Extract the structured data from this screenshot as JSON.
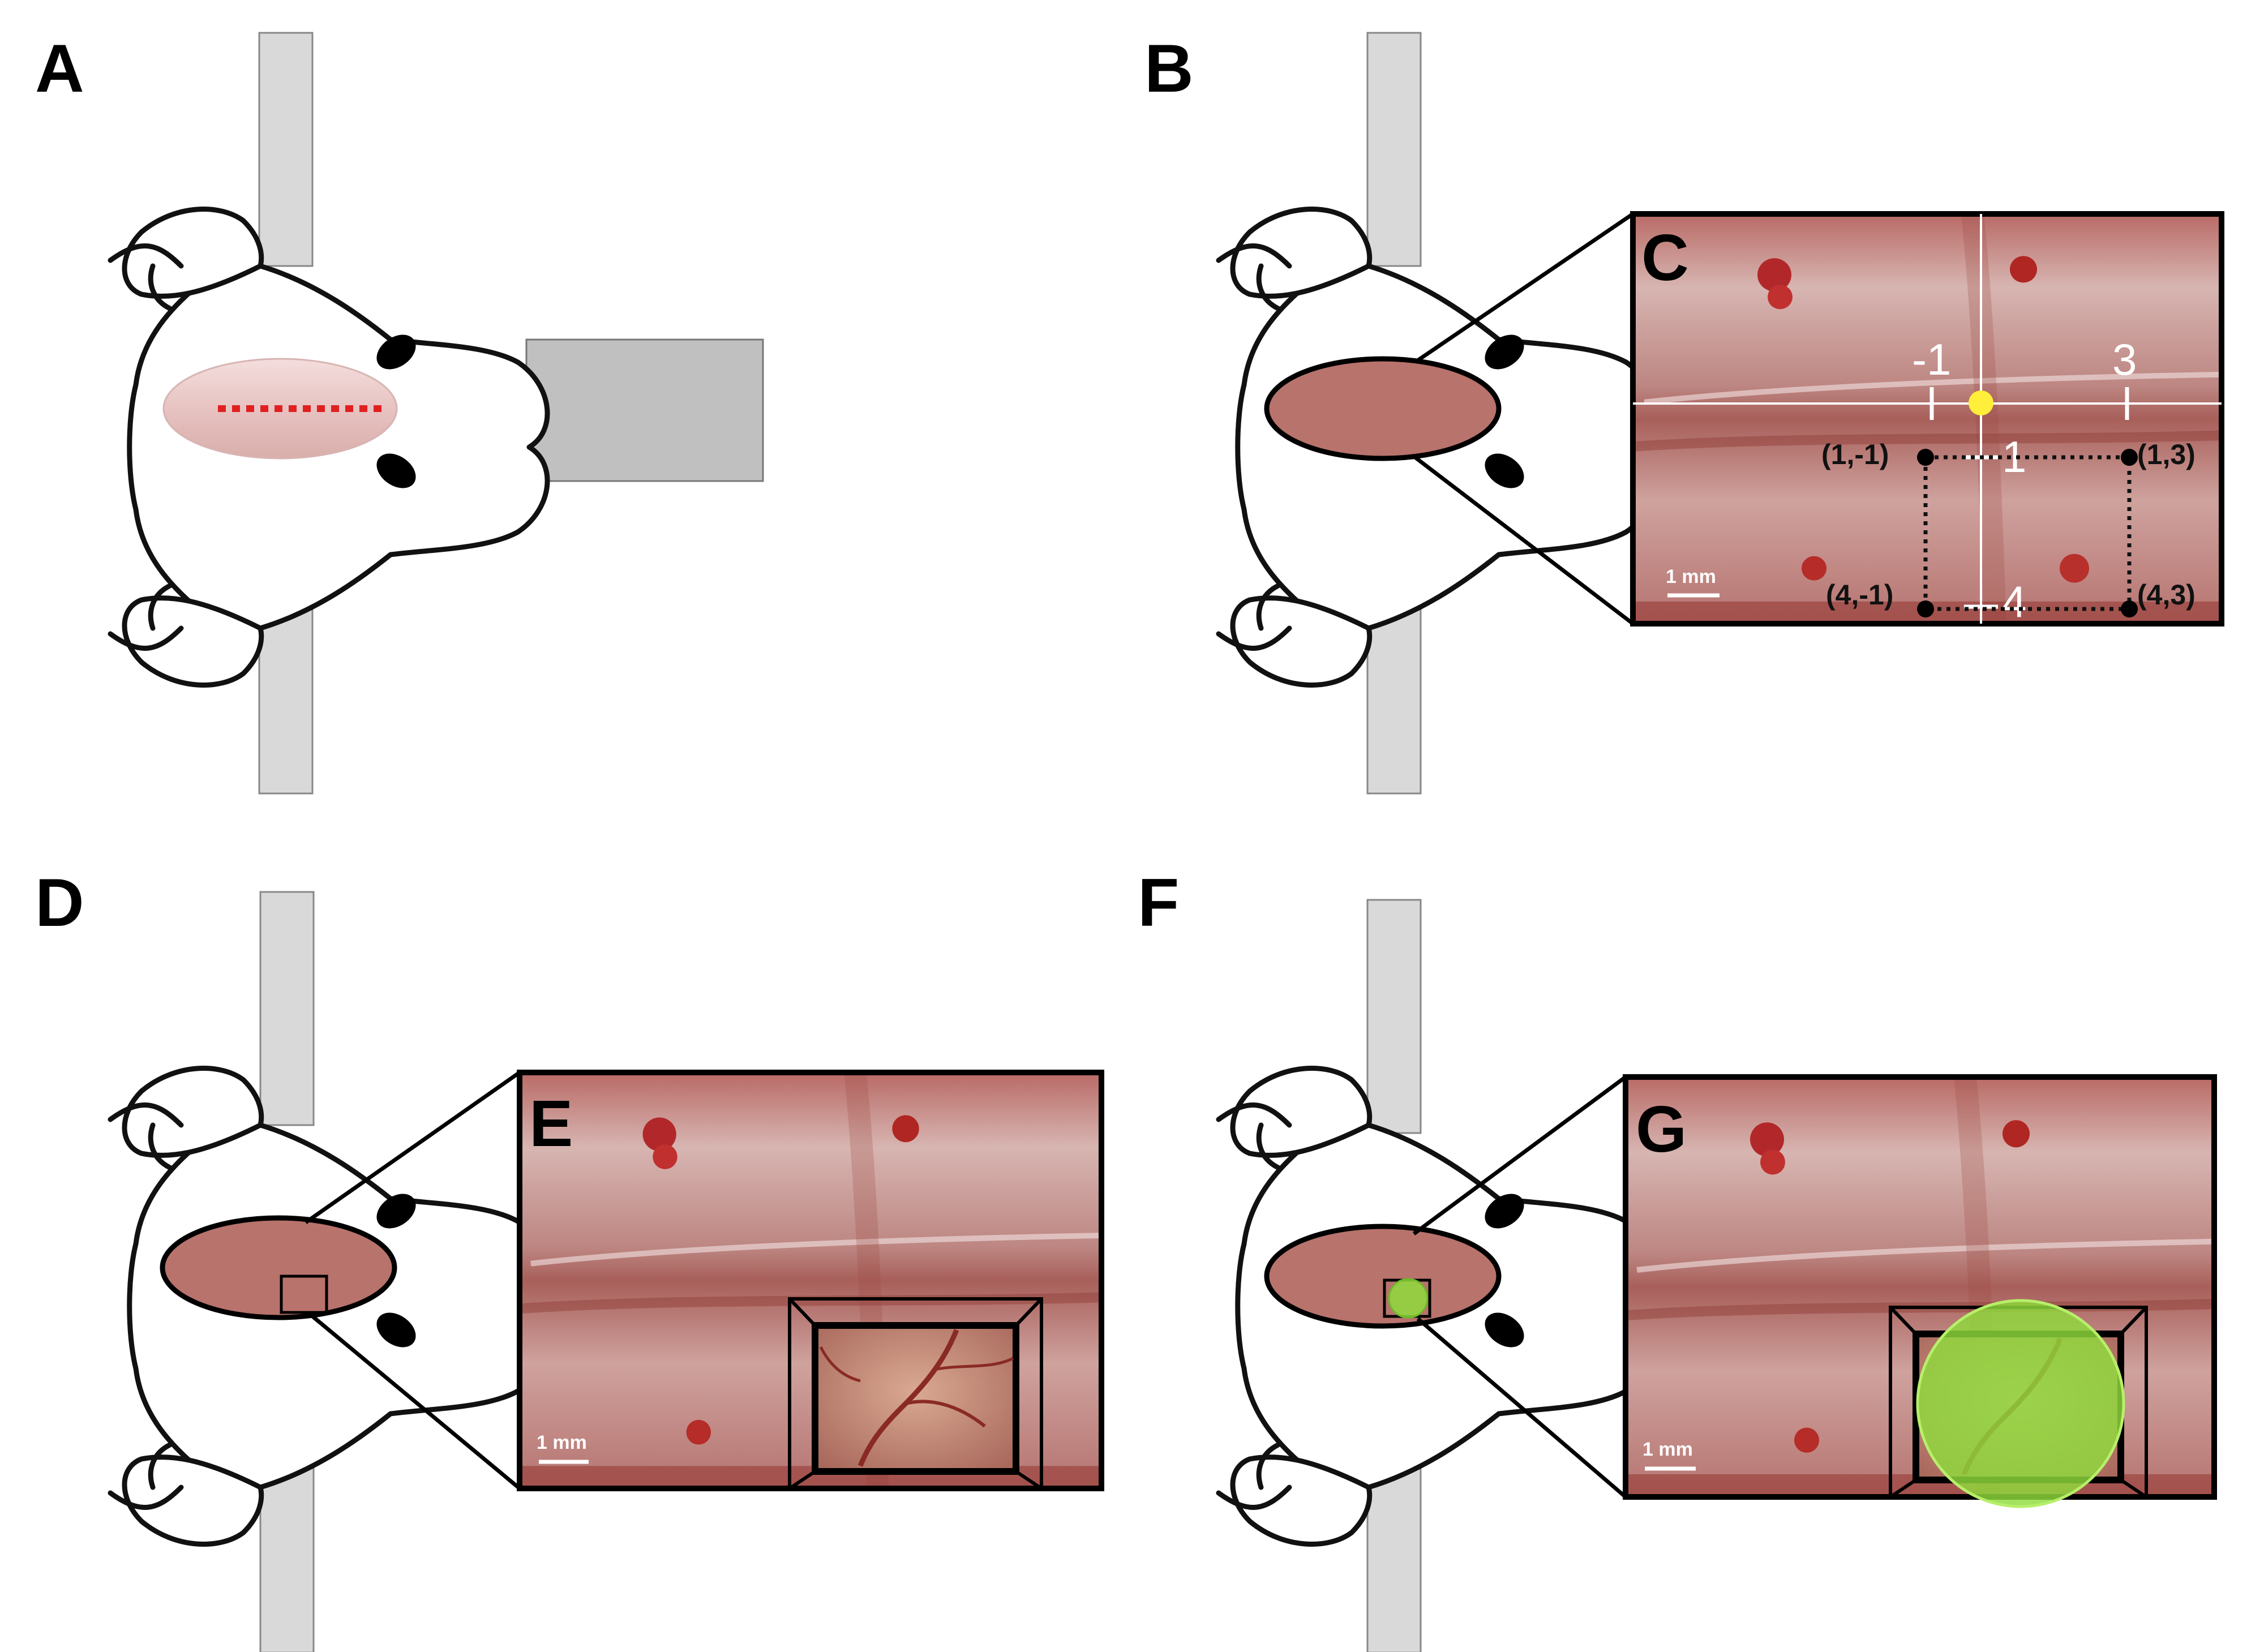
{
  "panels": {
    "A": {
      "label": "A"
    },
    "B": {
      "label": "B"
    },
    "C": {
      "label": "C",
      "scale_bar": "1 mm",
      "ticks": {
        "left": "-1",
        "right": "3",
        "top": "1",
        "bottom": "4"
      },
      "coords": {
        "top_left": "(1,-1)",
        "top_right": "(1,3)",
        "bottom_left": "(4,-1)",
        "bottom_right": "(4,3)"
      }
    },
    "D": {
      "label": "D"
    },
    "E": {
      "label": "E",
      "scale_bar": "1 mm"
    },
    "F": {
      "label": "F"
    },
    "G": {
      "label": "G",
      "scale_bar": "1 mm"
    }
  },
  "colors": {
    "ear_bar": "#d9d9d9",
    "nose_block": "#c0c0c0",
    "incision": "#e02020",
    "bregma": "#ffef3a",
    "craniotomy": "#8fdc3c",
    "skull_tissue": "#c68c86"
  },
  "icons": [
    "mouse-head-outline-icon",
    "ear-bar-icon",
    "nose-clamp-icon"
  ]
}
